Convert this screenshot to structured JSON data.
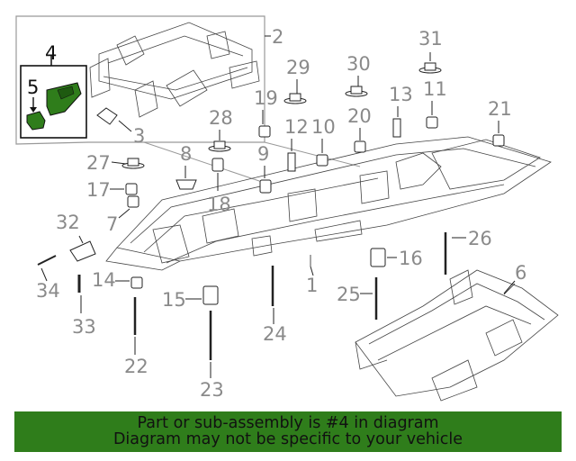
{
  "diagram": {
    "callouts": [
      "1",
      "2",
      "3",
      "4",
      "5",
      "6",
      "7",
      "8",
      "9",
      "10",
      "11",
      "12",
      "13",
      "14",
      "15",
      "16",
      "17",
      "18",
      "19",
      "20",
      "21",
      "22",
      "23",
      "24",
      "25",
      "26",
      "27",
      "28",
      "29",
      "30",
      "31",
      "32",
      "33",
      "34"
    ],
    "highlight_color": "#2f7d1b"
  },
  "banner": {
    "line1": "Part or sub-assembly is #4 in diagram",
    "line2": "Diagram may not be specific to your vehicle",
    "background": "#2f7d1b"
  }
}
